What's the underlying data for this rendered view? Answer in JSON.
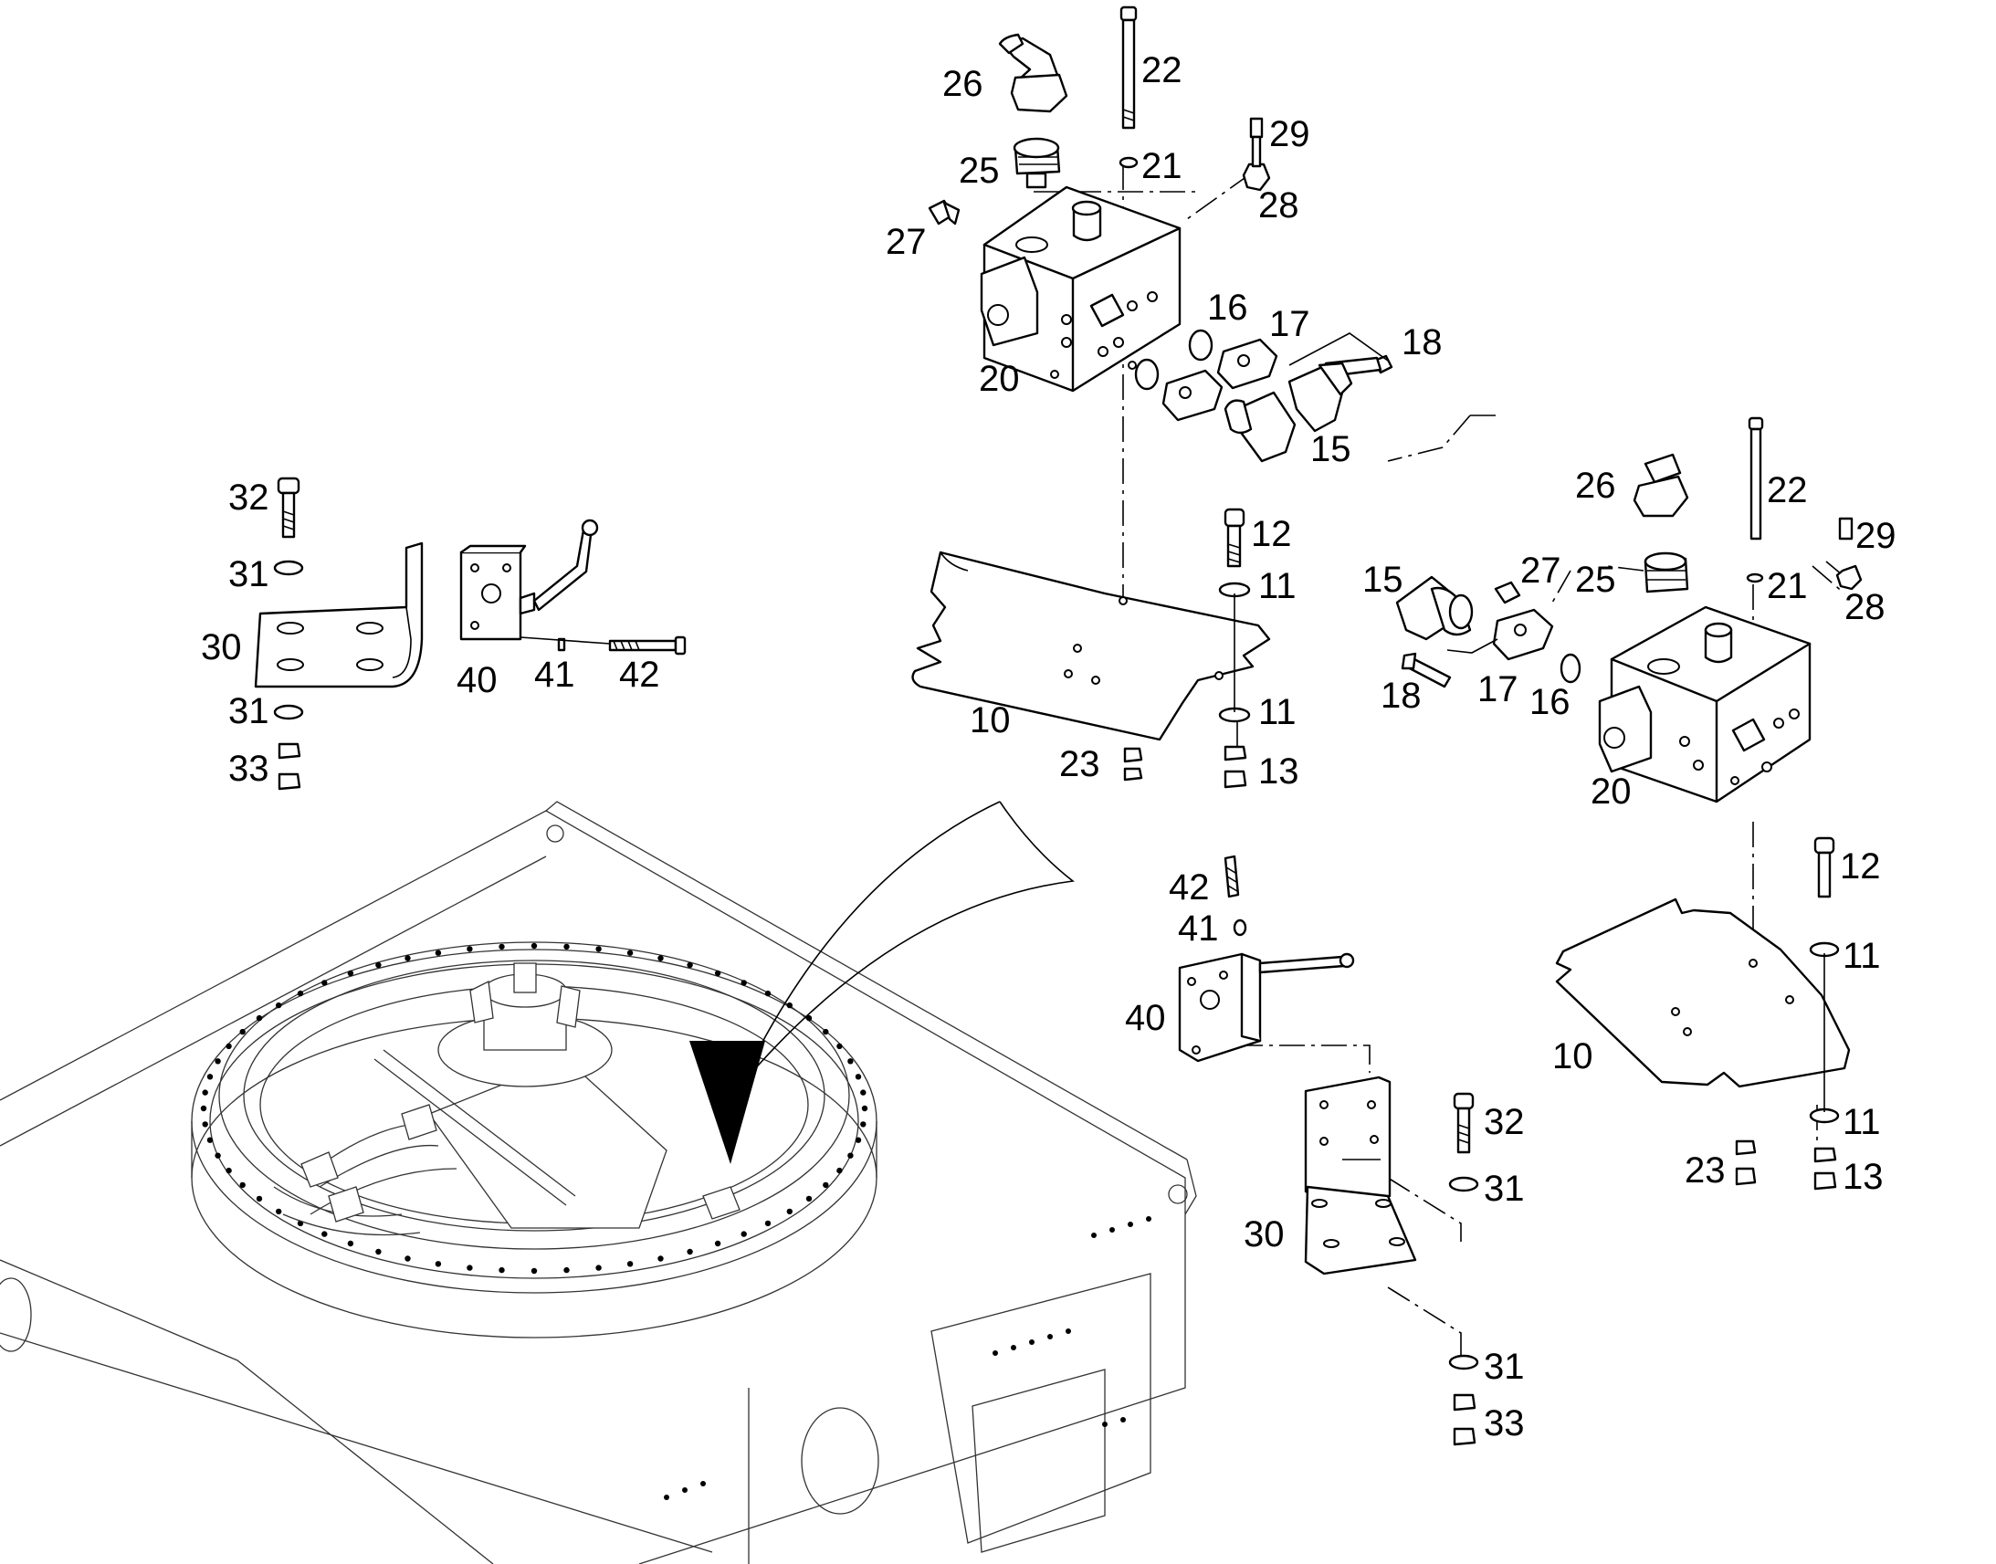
{
  "callouts": {
    "c10a": "10",
    "c10b": "10",
    "c11a": "11",
    "c11b": "11",
    "c11c": "11",
    "c11d": "11",
    "c12a": "12",
    "c12b": "12",
    "c13a": "13",
    "c13b": "13",
    "c15a": "15",
    "c15b": "15",
    "c16a": "16",
    "c16b": "16",
    "c17a": "17",
    "c17b": "17",
    "c18a": "18",
    "c18b": "18",
    "c20a": "20",
    "c20b": "20",
    "c21a": "21",
    "c21b": "21",
    "c22a": "22",
    "c22b": "22",
    "c23a": "23",
    "c23b": "23",
    "c25a": "25",
    "c25b": "25",
    "c26a": "26",
    "c26b": "26",
    "c27a": "27",
    "c27b": "27",
    "c28a": "28",
    "c28b": "28",
    "c29a": "29",
    "c29b": "29",
    "c30a": "30",
    "c30b": "30",
    "c31a": "31",
    "c31b": "31",
    "c31c": "31",
    "c31d": "31",
    "c32a": "32",
    "c32b": "32",
    "c33a": "33",
    "c33b": "33",
    "c40a": "40",
    "c40b": "40",
    "c41a": "41",
    "c41b": "41",
    "c42a": "42",
    "c42b": "42"
  }
}
